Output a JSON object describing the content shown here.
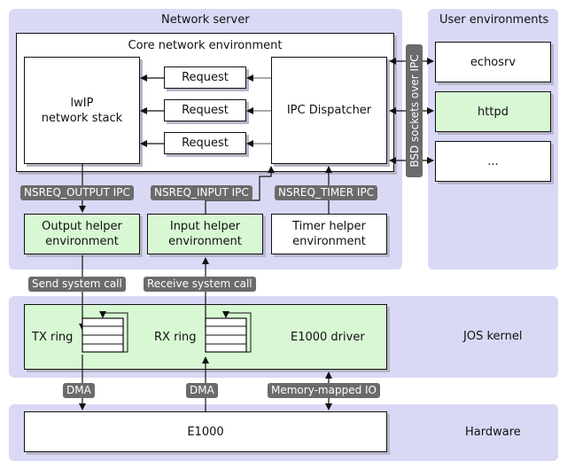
{
  "regions": {
    "network_server": "Network server",
    "user_environments": "User environments",
    "jos_kernel": "JOS kernel",
    "hardware": "Hardware"
  },
  "core": {
    "title": "Core network environment",
    "lwip": "lwIP\nnetwork stack",
    "requests": [
      "Request",
      "Request",
      "Request"
    ],
    "dispatcher": "IPC Dispatcher"
  },
  "user_envs": [
    "echosrv",
    "httpd",
    "..."
  ],
  "bsd_label": "BSD sockets over IPC",
  "ipc_labels": {
    "output": "NSREQ_OUTPUT IPC",
    "input": "NSREQ_INPUT IPC",
    "timer": "NSREQ_TIMER IPC"
  },
  "helpers": {
    "output": "Output helper\nenvironment",
    "input": "Input helper\nenvironment",
    "timer": "Timer helper\nenvironment"
  },
  "syscalls": {
    "send": "Send system call",
    "receive": "Receive system call"
  },
  "kernel": {
    "tx_ring": "TX ring",
    "rx_ring": "RX ring",
    "driver": "E1000 driver"
  },
  "hw_links": {
    "dma_tx": "DMA",
    "dma_rx": "DMA",
    "mmio": "Memory-mapped IO"
  },
  "hardware": {
    "e1000": "E1000"
  },
  "colors": {
    "region": "#d9d9f6",
    "green_box": "#d8f8d4",
    "pill": "#6b6b6b"
  }
}
